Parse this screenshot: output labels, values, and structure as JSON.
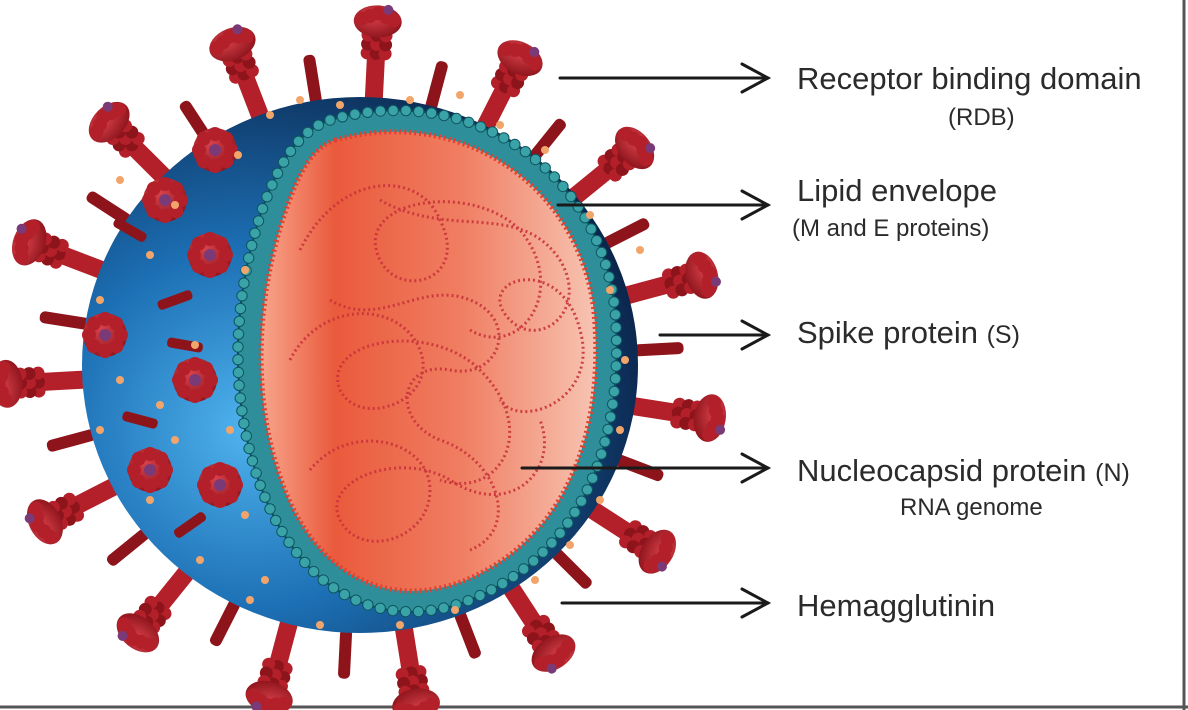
{
  "labels": [
    {
      "id": "rbd",
      "title": "Receptor binding domain",
      "subtitle": "(RDB)"
    },
    {
      "id": "lipid",
      "title": "Lipid envelope",
      "subtitle": "(M and E proteins)"
    },
    {
      "id": "spike",
      "title": "Spike protein",
      "code": "(S)"
    },
    {
      "id": "nucleo",
      "title": "Nucleocapsid protein",
      "code": "(N)",
      "subtitle": "RNA genome"
    },
    {
      "id": "hemag",
      "title": "Hemagglutinin"
    }
  ],
  "colors": {
    "spike": "#b3202a",
    "spike_dark": "#8e141c",
    "spike_tip": "#7a3a78",
    "envelope_outer": "#0d2a52",
    "envelope_inner": "#2a8fd0",
    "lipid_bead": "#3aa3a8",
    "core_outer": "#e8583e",
    "core_inner": "#f7b8a4",
    "rna": "#c9333a",
    "dots": "#f2a56a",
    "arrow": "#1a1a1a"
  }
}
